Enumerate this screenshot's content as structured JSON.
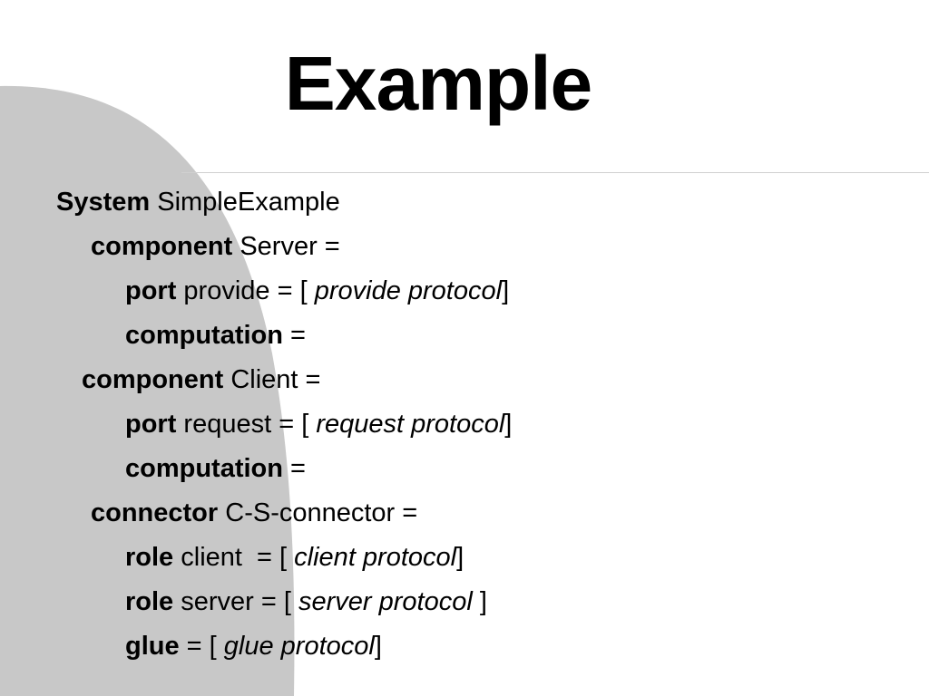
{
  "colors": {
    "background": "#ffffff",
    "decorative_shape": "#c8c8c8",
    "text": "#000000",
    "rule": "#d0d0d0"
  },
  "slide": {
    "title": "Example",
    "lines": [
      {
        "keyword": "System",
        "text": " SimpleExample"
      },
      {
        "keyword": "component",
        "text": " Server ="
      },
      {
        "keyword": "port",
        "text": " provide = [ ",
        "italic": "provide protocol",
        "after": "]"
      },
      {
        "keyword": "computation",
        "text": " ="
      },
      {
        "keyword": "component",
        "text": " Client ="
      },
      {
        "keyword": "port",
        "text": " request = [ ",
        "italic": "request protocol",
        "after": "]"
      },
      {
        "keyword": "computation",
        "text": " ="
      },
      {
        "keyword": "connector",
        "text": " C-S-connector ="
      },
      {
        "keyword": "role",
        "text": " client  = [ ",
        "italic": "client protocol",
        "after": "]"
      },
      {
        "keyword": "role",
        "text": " server = [ ",
        "italic": "server protocol",
        "after": " ]"
      },
      {
        "keyword": "glue",
        "text": " = [ ",
        "italic": "glue protocol",
        "after": "]"
      }
    ]
  }
}
